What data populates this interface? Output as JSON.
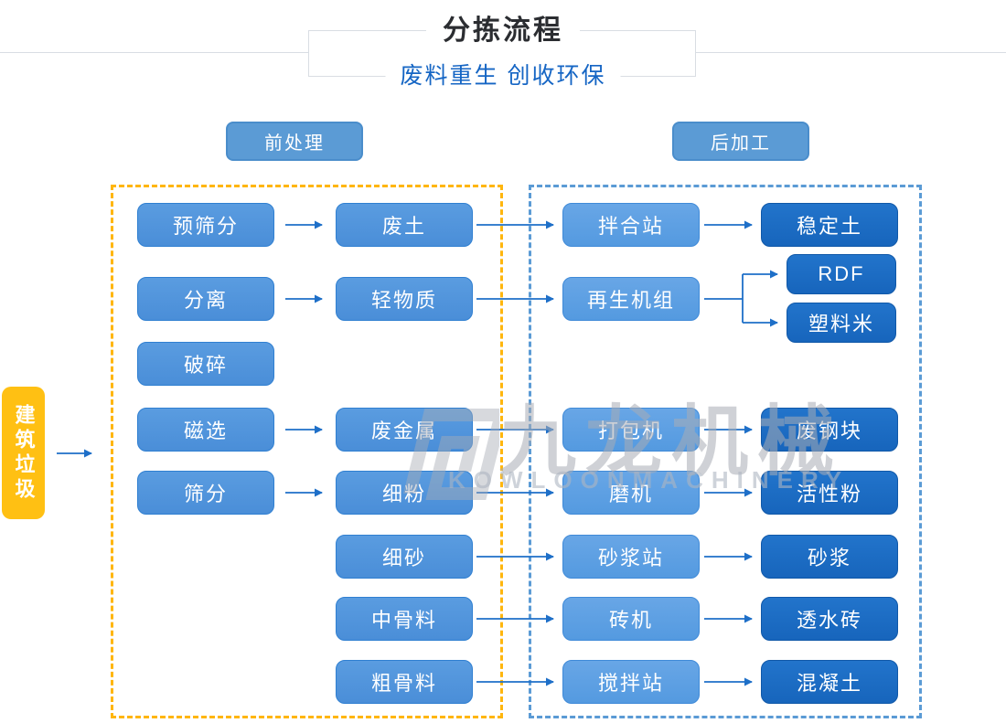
{
  "header": {
    "title": "分拣流程",
    "subtitle": "废料重生 创收环保"
  },
  "sections": {
    "pre": "前处理",
    "post": "后加工"
  },
  "source": {
    "label": "建筑垃圾"
  },
  "pre_chain": {
    "col1": [
      "预筛分",
      "分离",
      "破碎",
      "磁选",
      "筛分"
    ],
    "col2": [
      "废土",
      "轻物质",
      "废金属",
      "细粉",
      "细砂",
      "中骨料",
      "粗骨料"
    ]
  },
  "post_chain": {
    "col3": [
      "拌合站",
      "再生机组",
      "打包机",
      "磨机",
      "砂浆站",
      "砖机",
      "搅拌站"
    ],
    "col4": [
      "稳定土",
      "RDF",
      "塑料米",
      "废钢块",
      "活性粉",
      "砂浆",
      "透水砖",
      "混凝土"
    ]
  },
  "flows": [
    "预筛分→废土→拌合站→稳定土",
    "分离→轻物质→再生机组→RDF",
    "再生机组→塑料米",
    "磁选→废金属→打包机→废钢块",
    "筛分→细粉→磨机→活性粉",
    "细砂→砂浆站→砂浆",
    "中骨料→砖机→透水砖",
    "粗骨料→搅拌站→混凝土",
    "建筑垃圾→前处理"
  ],
  "watermark": {
    "brand": "九龙机械",
    "brand_en": "KOWLOONMACHINERY"
  },
  "colors": {
    "node_blue": "#4a8ed8",
    "node_blue_light": "#549ae0",
    "node_dark_blue": "#1765bc",
    "source_yellow": "#ffc013",
    "dash_yellow": "#ffb60d",
    "dash_blue": "#5b9bd5",
    "arrow_blue": "#1e6fc8",
    "subtitle_blue": "#1565c4",
    "title_dark": "#2b2d31"
  }
}
